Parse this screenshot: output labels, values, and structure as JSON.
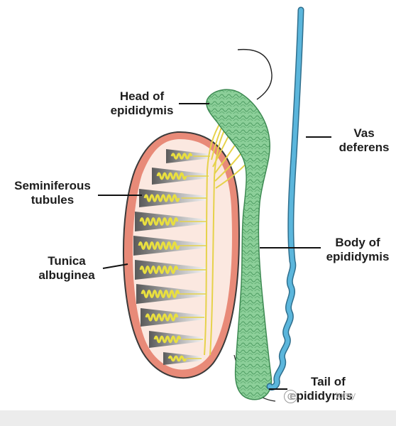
{
  "labels": {
    "head_line1": "Head of",
    "head_line2": "epididymis",
    "vas_line1": "Vas",
    "vas_line2": "deferens",
    "semi_line1": "Seminiferous",
    "semi_line2": "tubules",
    "body_line1": "Body of",
    "body_line2": "epididymis",
    "tunica_line1": "Tunica",
    "tunica_line2": "albuginea",
    "tail_line1": "Tail of",
    "tail_line2": "epididymis"
  },
  "watermark": {
    "symbol": "C",
    "text": "tomy"
  },
  "colors": {
    "epididymis_green": "#7fc98f",
    "vas_blue": "#4aa7cf",
    "tunica_pink": "#e88a78",
    "tubule_yellow": "#f2ea5e",
    "lobule_gray": "#6f6f6f"
  }
}
